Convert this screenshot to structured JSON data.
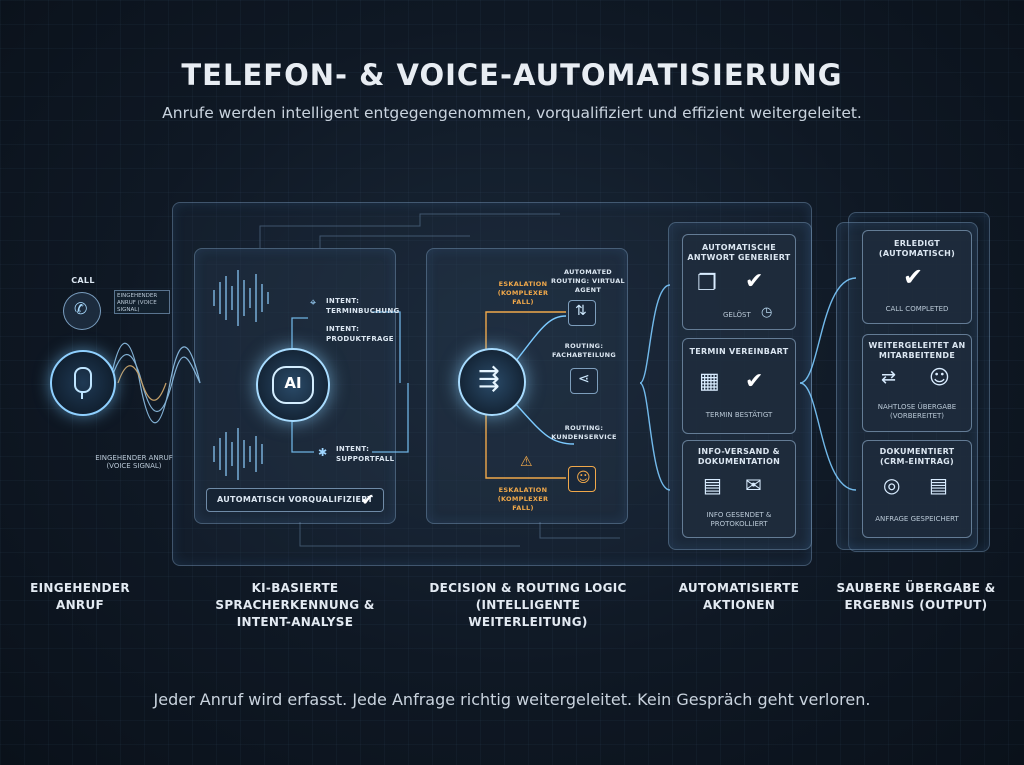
{
  "header": {
    "title": "TELEFON- & VOICE-AUTOMATISIERUNG",
    "subtitle": "Anrufe werden intelligent entgegengenommen, vorqualifiziert und effizient weitergeleitet."
  },
  "footer": "Jeder Anruf wird erfasst. Jede Anfrage richtig weitergeleitet. Kein Gespräch geht verloren.",
  "input": {
    "call": "CALL",
    "call_tag": "EINGEHENDER ANRUF (VOICE SIGNAL)",
    "signal_label": "EINGEHENDER ANRUF (VOICE SIGNAL)"
  },
  "ai": {
    "center": "AI",
    "intents": [
      {
        "label": "INTENT: TERMINBUCHUNG"
      },
      {
        "label": "INTENT: PRODUKTFRAGE"
      },
      {
        "label": "INTENT: SUPPORTFALL"
      }
    ],
    "badge": "AUTOMATISCH VORQUALIFIZIERT"
  },
  "routing": {
    "auto_routing": "AUTOMATED ROUTING: VIRTUAL AGENT",
    "escalation_top": "ESKALATION (KOMPLEXER FALL)",
    "fachabteilung": "ROUTING: FACHABTEILUNG",
    "kundenservice": "ROUTING: KUNDENSERVICE",
    "escalation_bottom": "ESKALATION (KOMPLEXER FALL)"
  },
  "actions": [
    {
      "title": "AUTOMATISCHE ANTWORT GENERIERT",
      "sub": "GELÖST"
    },
    {
      "title": "TERMIN VEREINBART",
      "sub": "TERMIN BESTÄTIGT"
    },
    {
      "title": "INFO-VERSAND & DOKUMENTATION",
      "sub": "INFO GESENDET & PROTOKOLLIERT"
    }
  ],
  "outputs": [
    {
      "title": "ERLEDIGT (AUTOMATISCH)",
      "sub": "CALL COMPLETED"
    },
    {
      "title": "WEITERGELEITET AN MITARBEITENDE",
      "sub": "NAHTLOSE ÜBERGABE (VORBEREITET)"
    },
    {
      "title": "DOKUMENTIERT (CRM-EINTRAG)",
      "sub": "ANFRAGE GESPEICHERT"
    }
  ],
  "stages": [
    "EINGEHENDER ANRUF",
    "KI-BASIERTE SPRACHERKENNUNG & INTENT-ANALYSE",
    "DECISION & ROUTING LOGIC (INTELLIGENTE WEITERLEITUNG)",
    "AUTOMATISIERTE AKTIONEN",
    "SAUBERE ÜBERGABE & ERGEBNIS (OUTPUT)"
  ],
  "colors": {
    "accent": "#6cc4ff",
    "warning": "#f0a84a",
    "background": "#0d1520"
  },
  "icons": [
    "microphone-icon",
    "phone-icon",
    "ai-brain-icon",
    "routing-hub-icon",
    "location-pin-icon",
    "chat-bubbles-icon",
    "checkmark-icon",
    "clock-icon",
    "calendar-icon",
    "document-icon",
    "mail-icon",
    "headset-agent-icon",
    "warning-icon",
    "database-icon",
    "transfer-arrows-icon"
  ]
}
